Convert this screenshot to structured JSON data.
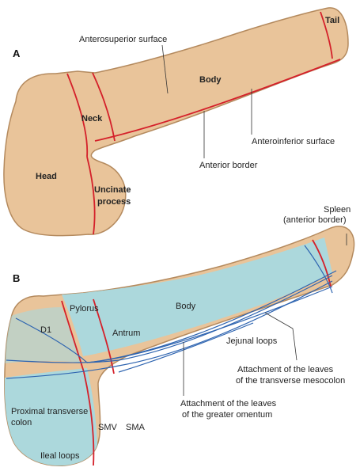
{
  "panel_a": {
    "letter": "A",
    "labels": {
      "anterosuperior": "Anterosuperior surface",
      "tail": "Tail",
      "body": "Body",
      "neck": "Neck",
      "anteroinferior": "Anteroinferior surface",
      "anterior_border": "Anterior border",
      "head": "Head",
      "uncinate_1": "Uncinate",
      "uncinate_2": "process"
    }
  },
  "panel_b": {
    "letter": "B",
    "labels": {
      "spleen_1": "Spleen",
      "spleen_2": "(anterior border)",
      "body": "Body",
      "pylorus": "Pylorus",
      "d1": "D1",
      "antrum": "Antrum",
      "jejunal": "Jejunal loops",
      "transverse_1": "Attachment of the leaves",
      "transverse_2": "of the transverse mesocolon",
      "omentum_1": "Attachment of the leaves",
      "omentum_2": "of the greater omentum",
      "ptc_1": "Proximal transverse",
      "ptc_2": "colon",
      "smv": "SMV",
      "sma": "SMA",
      "ileal": "Ileal loops"
    }
  },
  "colors": {
    "pancreas": "#e9c49a",
    "pancreas_edge": "#b48a5e",
    "overlay": "#a9d9df",
    "division_line": "#d4202a",
    "attachment_line": "#2e64b0",
    "leader": "#333333"
  }
}
